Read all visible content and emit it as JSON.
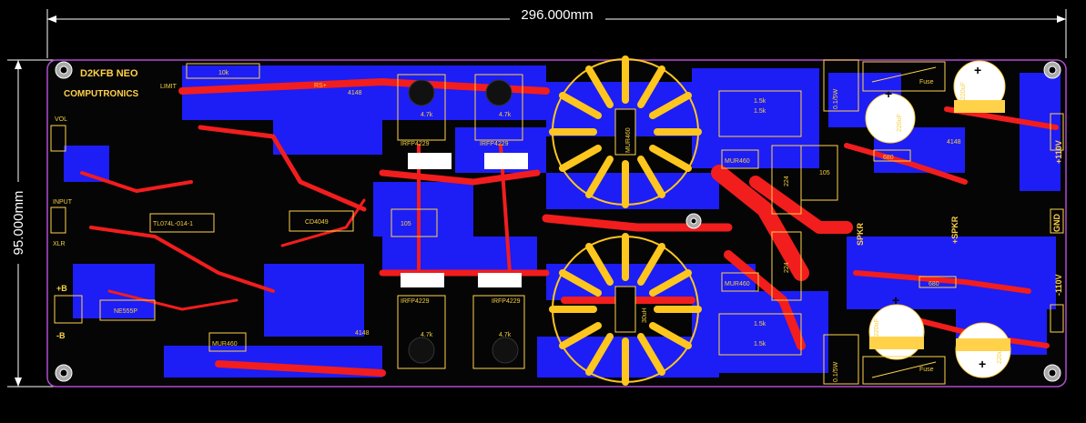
{
  "board": {
    "title": "D2KFB NEO",
    "brand": "COMPUTRONICS",
    "width_dim": "296.000mm",
    "height_dim": "95.000mm"
  },
  "connectors": {
    "vol": "VOL",
    "input": "INPUT",
    "xlr": "XLR",
    "plus_b": "+B",
    "minus_b": "-B",
    "spkr_neg": "SPKR",
    "spkr_pos": "+SPKR",
    "v_pos": "+110V",
    "gnd": "GND",
    "v_neg": "-110V"
  },
  "parts": {
    "mosfet_1": "IRFP4229",
    "mosfet_2": "IRFP4229",
    "mosfet_3": "IRFP4229",
    "mosfet_4": "IRFP4229",
    "opamp": "TL074L-014-1",
    "logic": "CD4049",
    "comparator": "NE555P",
    "diode_1": "MUR460",
    "diode_2": "MUR460",
    "diode_3": "MUR460",
    "diode_4": "MUR460",
    "inductor": "30uH",
    "fuse_1": "Fuse",
    "fuse_2": "Fuse",
    "cap_1": "220uF",
    "cap_2": "220uF",
    "cap_3": "220uF",
    "cap_4": "220uF",
    "res_10k": "10k",
    "res_105_1": "105",
    "res_105_2": "105",
    "res_224_1": "224",
    "res_224_2": "224",
    "res_680_1": "680",
    "res_680_2": "680",
    "res_47k_1": "4.7k",
    "res_47k_2": "4.7k",
    "res_47k_3": "4.7k",
    "res_47k_4": "4.7k",
    "res_15k_1": "1.5k",
    "res_15k_2": "1.5k",
    "res_15k_3": "1.5k",
    "res_15k_4": "1.5k",
    "pwr_1": "0.1/5W",
    "pwr_2": "0.1/5W",
    "limit": "LIMIT",
    "rs": "RS+",
    "d_4148_1": "4148",
    "d_4148_2": "4148",
    "d_4148_3": "4148"
  },
  "colors": {
    "board_bg": "#050505",
    "bottom_copper": "#1d1df5",
    "top_copper": "#f21d1d",
    "silkscreen": "#ffd24a",
    "outline": "#b04bd0"
  }
}
